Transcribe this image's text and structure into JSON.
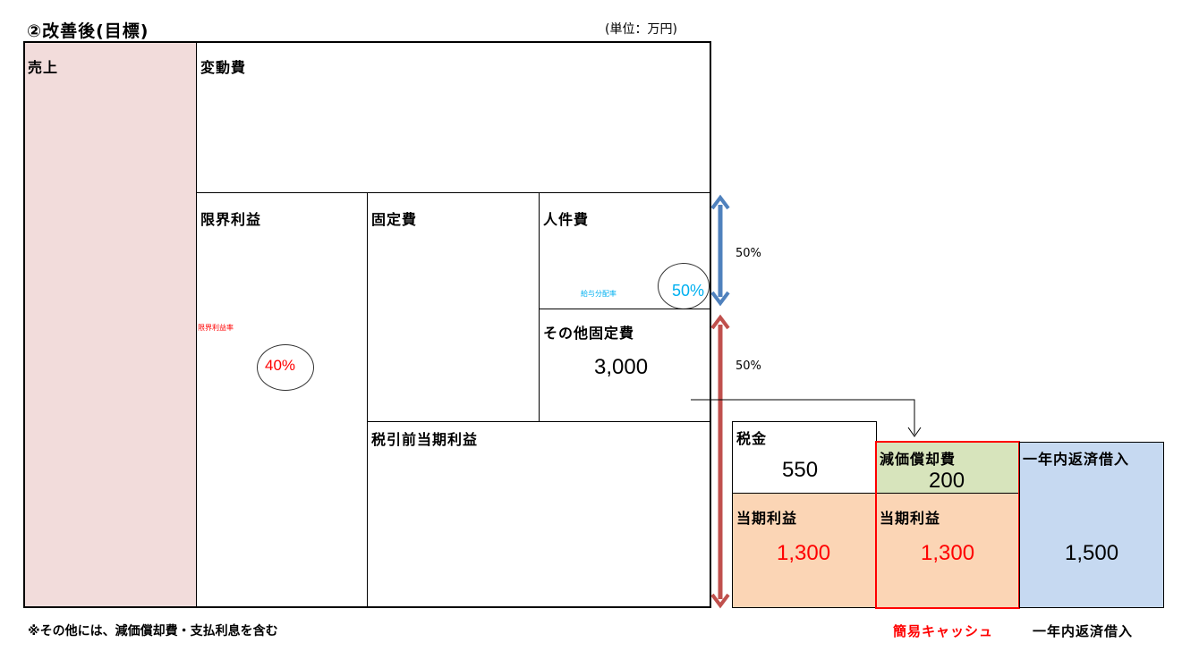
{
  "title": "②改善後(目標)",
  "unit": "(単位：万円)",
  "colors": {
    "sales": "#f2dcdb",
    "tax": "#ffffff",
    "profit": "#fbd5b5",
    "depreciation": "#d7e4bc",
    "loan": "#c6d9f1",
    "red": "#ff0000",
    "cyan": "#00b0f0",
    "blue": "#4f81bd",
    "darkred": "#c0504d"
  },
  "blocks": {
    "sales": "売上",
    "variable_cost": "変動費",
    "marginal_profit": "限界利益",
    "marginal_rate_label": "限界利益率",
    "marginal_rate": "40%",
    "fixed_cost": "固定費",
    "personnel_cost": "人件費",
    "salary_rate_label": "給与分配率",
    "salary_rate": "50%",
    "other_fixed_cost": "その他固定費",
    "other_fixed_value": "3,000",
    "pretax_profit": "税引前当期利益"
  },
  "ratios": {
    "upper": "50%",
    "lower": "50%"
  },
  "cash": {
    "tax_label": "税金",
    "tax_value": "550",
    "profit_label": "当期利益",
    "profit_value": "1,300",
    "depreciation_label": "減価償却費",
    "depreciation_value": "200",
    "cash_profit_label": "当期利益",
    "cash_profit_value": "1,300",
    "loan_label": "一年内返済借入",
    "loan_value": "1,500"
  },
  "footer": {
    "note": "※その他には、減価償却費・支払利息を含む",
    "simple_cash": "簡易キャッシュ",
    "loan": "一年内返済借入"
  }
}
